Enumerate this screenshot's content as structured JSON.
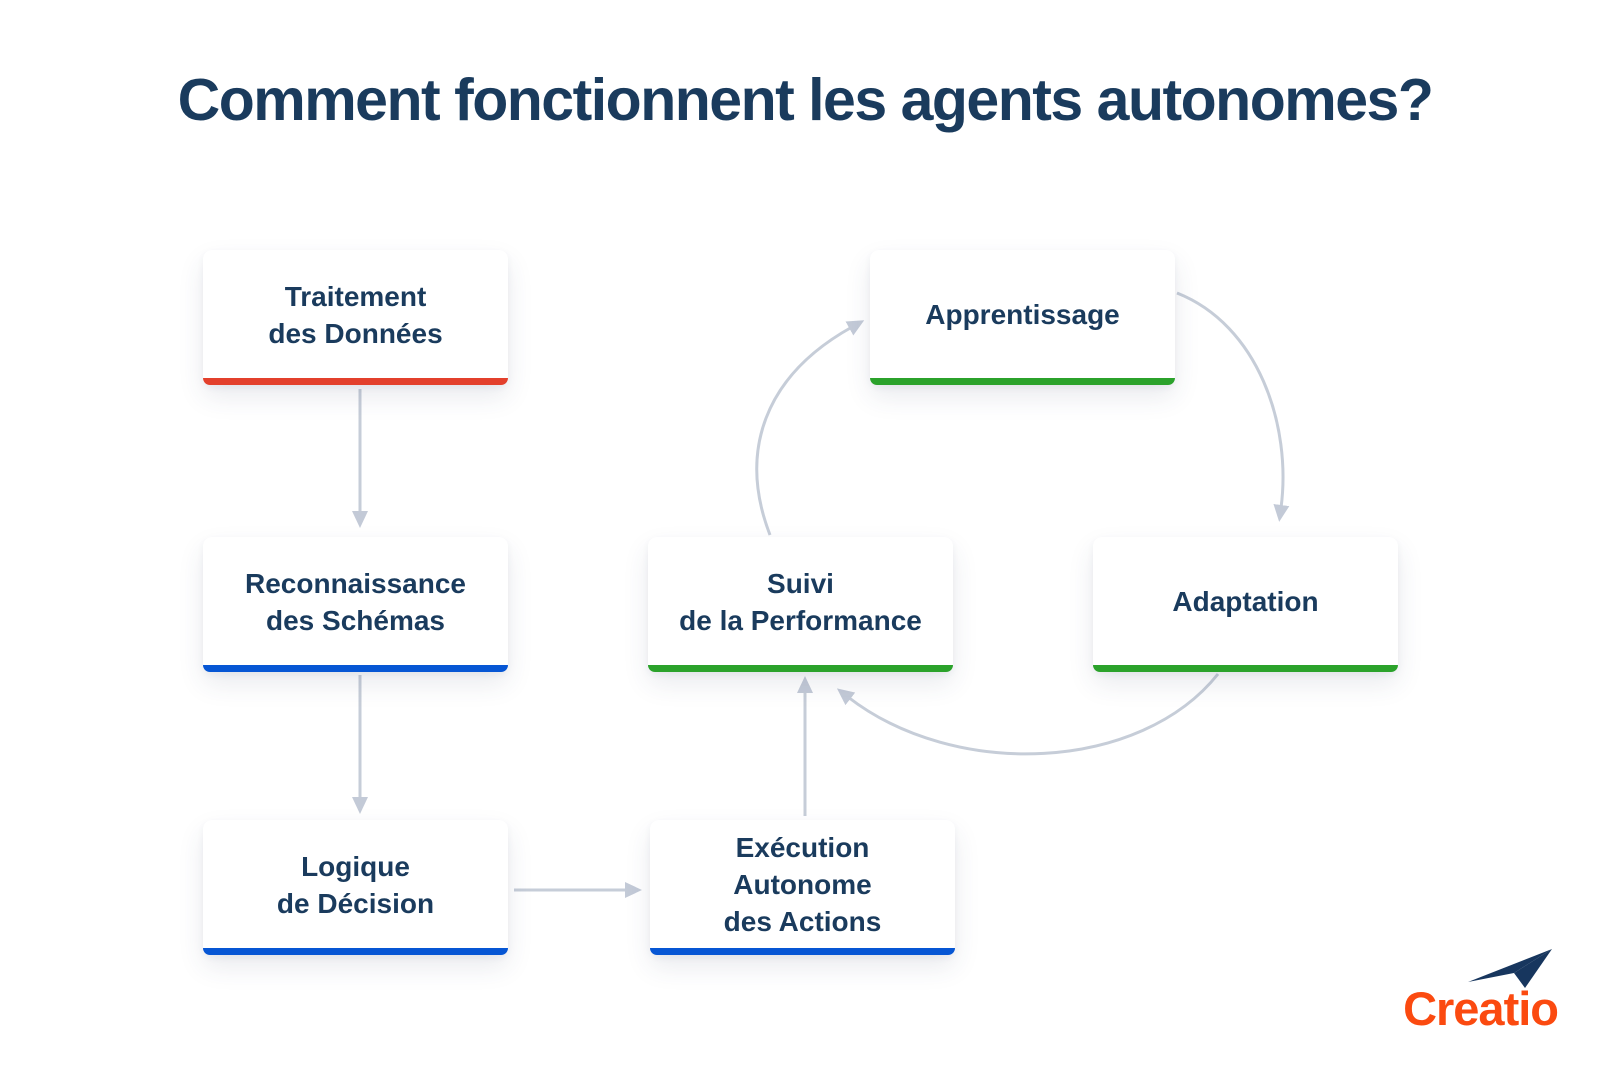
{
  "title": "Comment fonctionnent les agents autonomes?",
  "colors": {
    "text_navy": "#1A3B5D",
    "accent_red": "#E3402C",
    "accent_blue": "#0656D4",
    "accent_green": "#2BA22B",
    "arrow_gray": "#C6CDD8",
    "logo_orange": "#FB4A10",
    "logo_navy": "#17365E"
  },
  "diagram": {
    "nodes": [
      {
        "id": "traitement",
        "lines": [
          "Traitement",
          "des Données"
        ],
        "accent": "red"
      },
      {
        "id": "reconnaissance",
        "lines": [
          "Reconnaissance",
          "des Schémas"
        ],
        "accent": "blue"
      },
      {
        "id": "logique",
        "lines": [
          "Logique",
          "de Décision"
        ],
        "accent": "blue"
      },
      {
        "id": "execution",
        "lines": [
          "Exécution",
          "Autonome",
          "des Actions"
        ],
        "accent": "blue"
      },
      {
        "id": "suivi",
        "lines": [
          "Suivi",
          "de la Performance"
        ],
        "accent": "green"
      },
      {
        "id": "apprentissage",
        "lines": [
          "Apprentissage"
        ],
        "accent": "green"
      },
      {
        "id": "adaptation",
        "lines": [
          "Adaptation"
        ],
        "accent": "green"
      }
    ],
    "edges": [
      {
        "from": "traitement",
        "to": "reconnaissance",
        "shape": "straight-down"
      },
      {
        "from": "reconnaissance",
        "to": "logique",
        "shape": "straight-down"
      },
      {
        "from": "logique",
        "to": "execution",
        "shape": "straight-right"
      },
      {
        "from": "execution",
        "to": "suivi",
        "shape": "straight-up"
      },
      {
        "from": "suivi",
        "to": "apprentissage",
        "shape": "arc-counterclockwise"
      },
      {
        "from": "apprentissage",
        "to": "adaptation",
        "shape": "arc-clockwise"
      },
      {
        "from": "adaptation",
        "to": "suivi",
        "shape": "arc-clockwise"
      }
    ]
  },
  "logo": {
    "text": "Creatio",
    "icon": "paper-plane-icon"
  }
}
